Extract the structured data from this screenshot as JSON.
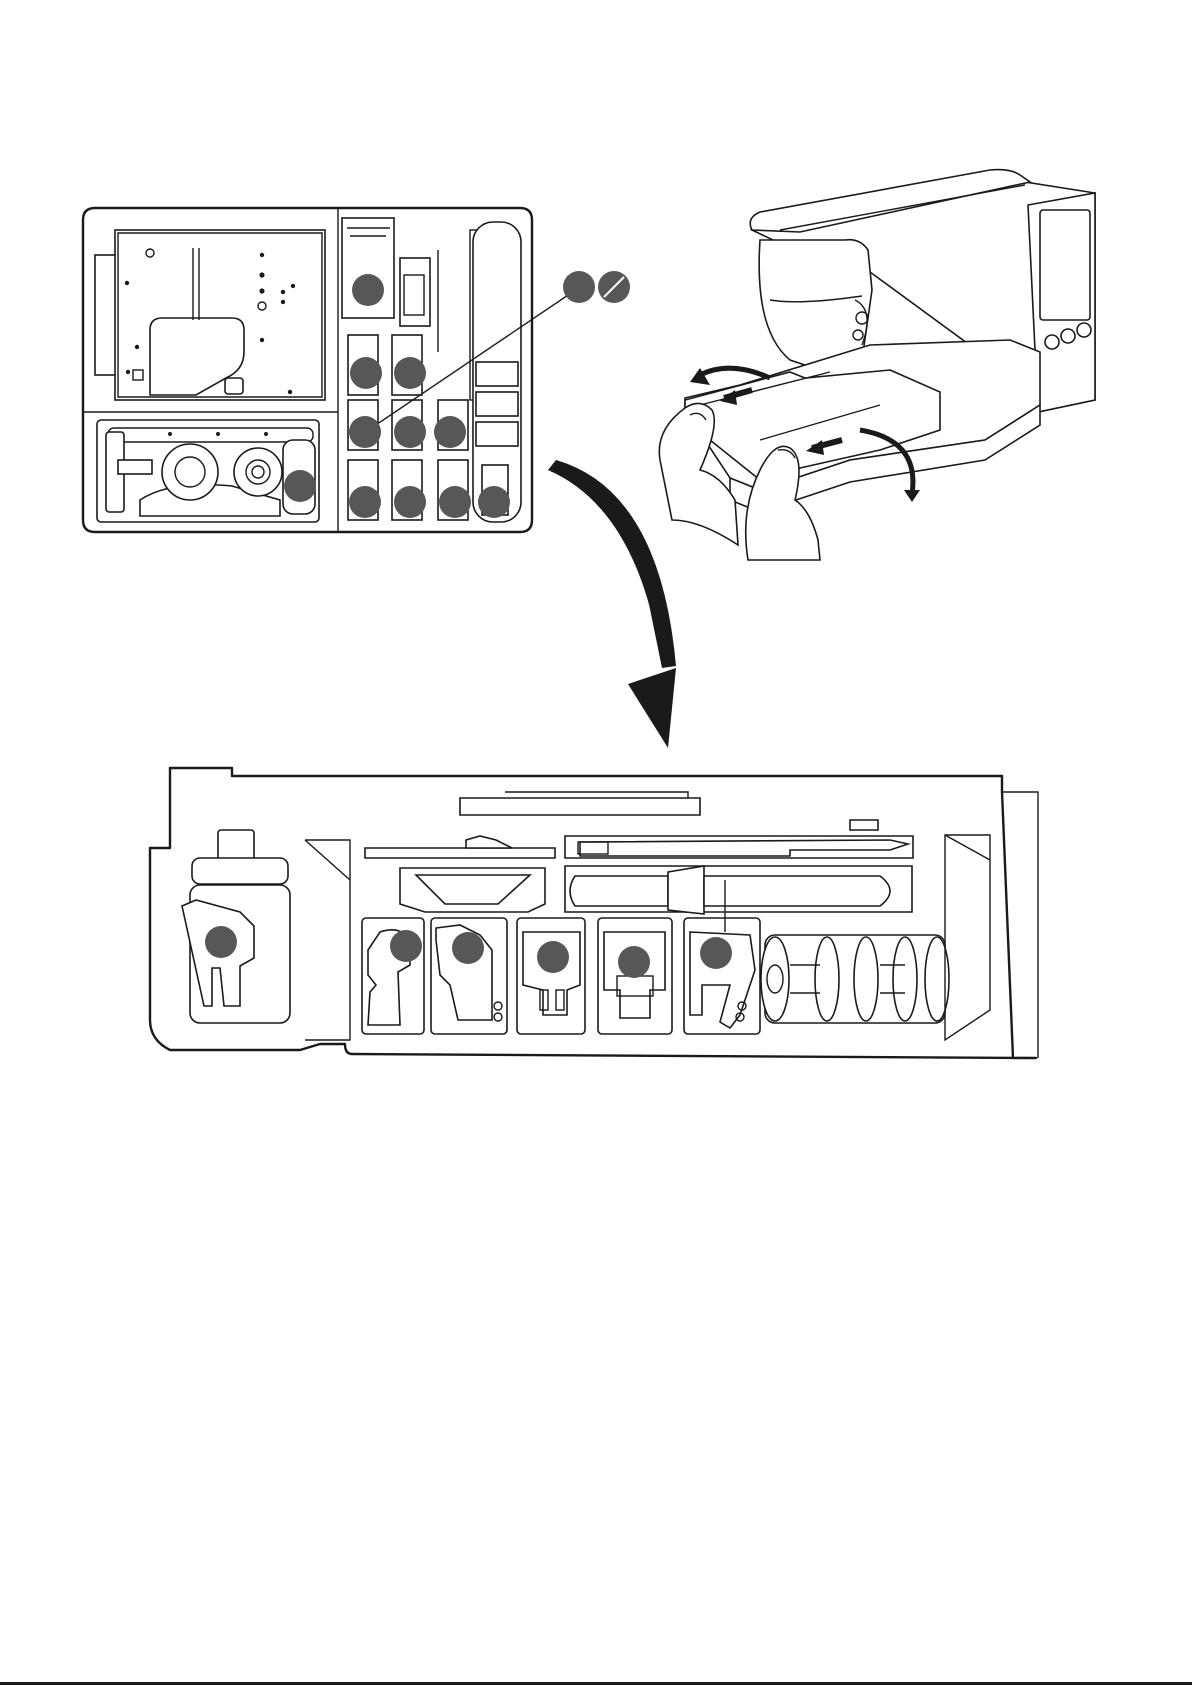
{
  "figure": {
    "components": [
      "accessory-tray-top-view",
      "sewing-machine-removing-tray",
      "arrow",
      "accessory-tray-front-view"
    ]
  },
  "colors": {
    "line": "#1a1a1a",
    "callout_marker": "#575757",
    "background": "#ffffff"
  }
}
